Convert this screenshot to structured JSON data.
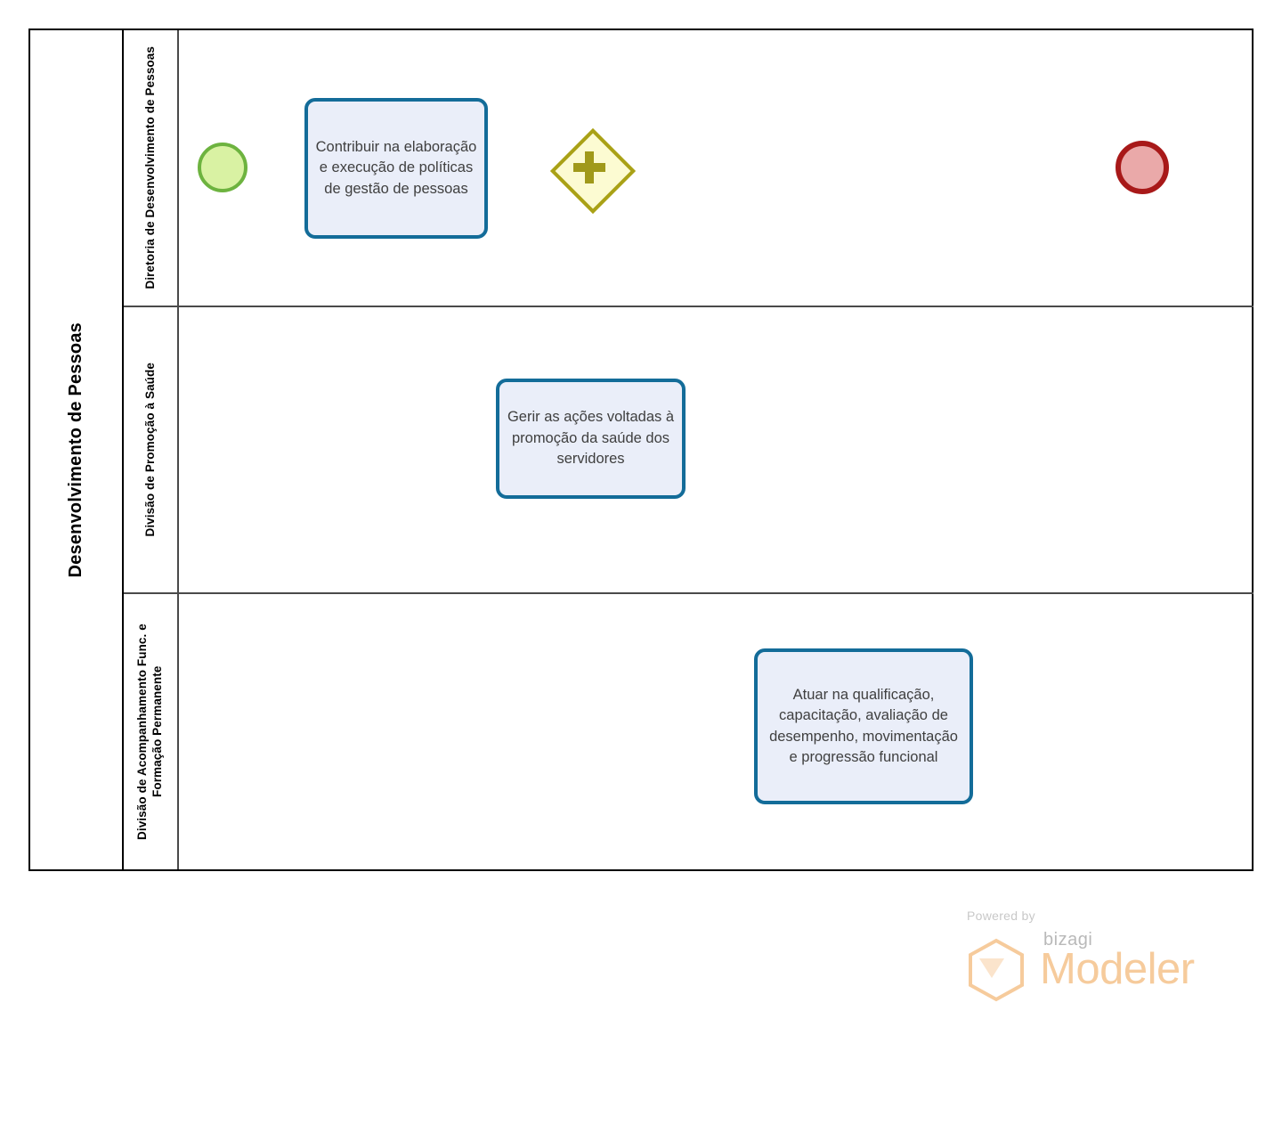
{
  "diagram": {
    "type": "bpmn-process",
    "pool": {
      "title": "Desenvolvimento de Pessoas"
    },
    "lanes": [
      {
        "id": "lane-diretoria",
        "label": "Diretoria de Desenvolvimento de Pessoas"
      },
      {
        "id": "lane-promocao-saude",
        "label": "Divisão de Promoção à Saúde"
      },
      {
        "id": "lane-acompanhamento",
        "label": "Divisão de Acompanhamento Func. e Formação Permanente"
      }
    ],
    "nodes": [
      {
        "id": "start-event",
        "type": "start-event",
        "label": "",
        "lane": "lane-diretoria",
        "fill": "#d9f2a3",
        "stroke": "#6db33f"
      },
      {
        "id": "task-1",
        "type": "task",
        "label": "Contribuir na elaboração e execução de políticas de gestão de pessoas",
        "lane": "lane-diretoria",
        "fill": "#eaeef9",
        "stroke": "#136c99"
      },
      {
        "id": "gateway-parallel",
        "type": "parallel-gateway",
        "label": "",
        "lane": "lane-diretoria",
        "fill": "#fcfbd2",
        "stroke": "#a9a116",
        "marker": "plus"
      },
      {
        "id": "task-2",
        "type": "task",
        "label": "Gerir as ações voltadas à promoção da saúde dos servidores",
        "lane": "lane-promocao-saude",
        "fill": "#eaeef9",
        "stroke": "#136c99"
      },
      {
        "id": "task-3",
        "type": "task",
        "label": "Atuar na qualificação, capacitação, avaliação de desempenho, movimentação e progressão funcional",
        "lane": "lane-acompanhamento",
        "fill": "#eaeef9",
        "stroke": "#136c99"
      },
      {
        "id": "end-event",
        "type": "end-event",
        "label": "",
        "lane": "lane-diretoria",
        "fill": "#eaa9a9",
        "stroke": "#a81919"
      }
    ],
    "flows": [
      {
        "id": "flow-1",
        "from": "start-event",
        "to": "task-1",
        "label": ""
      },
      {
        "id": "flow-2",
        "from": "task-1",
        "to": "gateway-parallel",
        "label": ""
      },
      {
        "id": "flow-3",
        "from": "gateway-parallel",
        "to": "task-2",
        "label": ""
      },
      {
        "id": "flow-4",
        "from": "gateway-parallel",
        "to": "task-3",
        "label": ""
      },
      {
        "id": "flow-5",
        "from": "task-3",
        "to": "end-event",
        "label": ""
      },
      {
        "id": "flow-6",
        "from": "task-2",
        "to": "end-event",
        "label": ""
      }
    ]
  },
  "watermark": {
    "powered_by": "Powered by",
    "brand": "bizagi",
    "product": "Modeler",
    "accent_color": "#f6cb9c"
  }
}
